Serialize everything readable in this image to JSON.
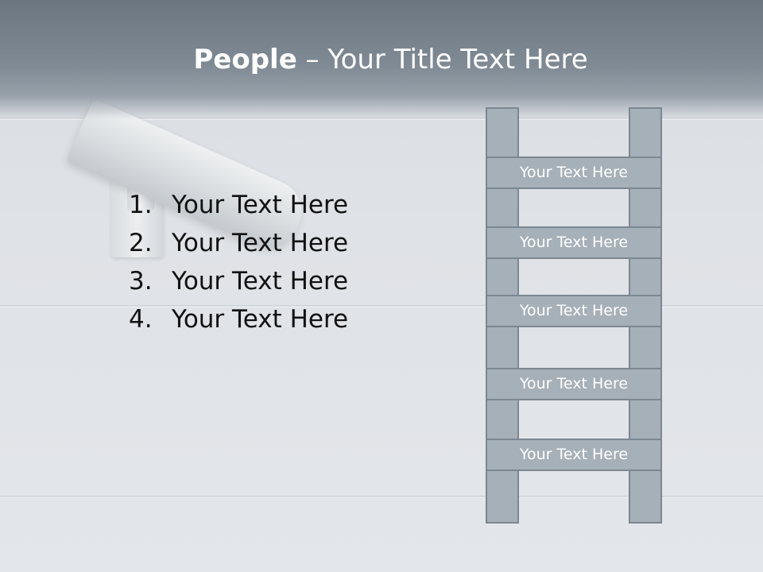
{
  "slide": {
    "title_bold": "People",
    "title_rest": " – Your Title Text Here",
    "list": [
      {
        "num": "1.",
        "text": "Your Text Here"
      },
      {
        "num": "2.",
        "text": "Your Text Here"
      },
      {
        "num": "3.",
        "text": "Your Text Here"
      },
      {
        "num": "4.",
        "text": "Your Text Here"
      }
    ],
    "ladder_rungs": [
      "Your Text Here",
      "Your Text Here",
      "Your Text Here",
      "Your Text Here",
      "Your Text Here"
    ],
    "colors": {
      "header": "#7f8a94",
      "ladder_fill": "#a6b0b8",
      "ladder_border": "#7b8791"
    }
  }
}
